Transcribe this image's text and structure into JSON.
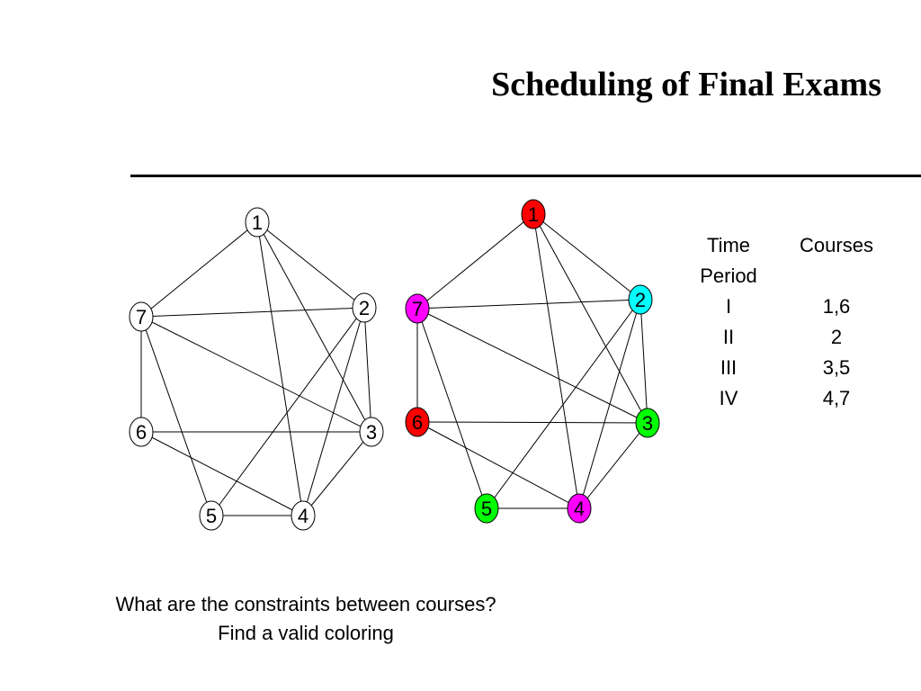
{
  "slide": {
    "title": "Scheduling of Final Exams",
    "question_line1": "What are the constraints between courses?",
    "question_line2": "Find a valid coloring"
  },
  "graph": {
    "nodes": [
      "1",
      "2",
      "3",
      "4",
      "5",
      "6",
      "7"
    ],
    "edges": [
      [
        "1",
        "2"
      ],
      [
        "1",
        "7"
      ],
      [
        "1",
        "3"
      ],
      [
        "1",
        "4"
      ],
      [
        "2",
        "7"
      ],
      [
        "2",
        "3"
      ],
      [
        "2",
        "4"
      ],
      [
        "2",
        "5"
      ],
      [
        "3",
        "7"
      ],
      [
        "3",
        "6"
      ],
      [
        "3",
        "4"
      ],
      [
        "4",
        "5"
      ],
      [
        "4",
        "6"
      ],
      [
        "5",
        "7"
      ],
      [
        "6",
        "7"
      ]
    ],
    "coloring": {
      "1": "#ff0000",
      "6": "#ff0000",
      "2": "#00ffff",
      "3": "#00ff00",
      "5": "#00ff00",
      "4": "#ff00ff",
      "7": "#ff00ff"
    },
    "uncolored_fill": "#ffffff"
  },
  "schedule": {
    "header_period_line1": "Time",
    "header_period_line2": "Period",
    "header_courses": "Courses",
    "rows": [
      {
        "period": "I",
        "courses": "1,6"
      },
      {
        "period": "II",
        "courses": "2"
      },
      {
        "period": "III",
        "courses": "3,5"
      },
      {
        "period": "IV",
        "courses": "4,7"
      }
    ]
  }
}
